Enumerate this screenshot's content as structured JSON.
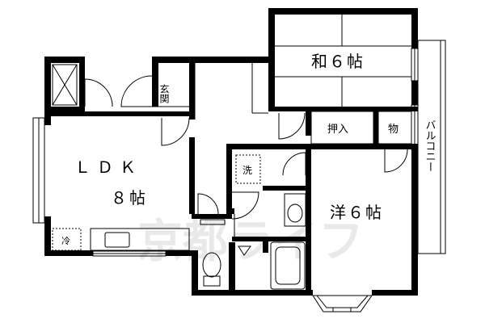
{
  "rooms": {
    "ldk": {
      "name": "ＬＤＫ",
      "size": "８帖"
    },
    "washitsu": "和６帖",
    "youshitsu": "洋６帖"
  },
  "labels": {
    "genkan": "玄関",
    "oshiire": "押入",
    "mono": "物",
    "balcony": "バルコニー",
    "sen": "洗",
    "rei": "冷"
  },
  "watermark": "京都ライフ"
}
